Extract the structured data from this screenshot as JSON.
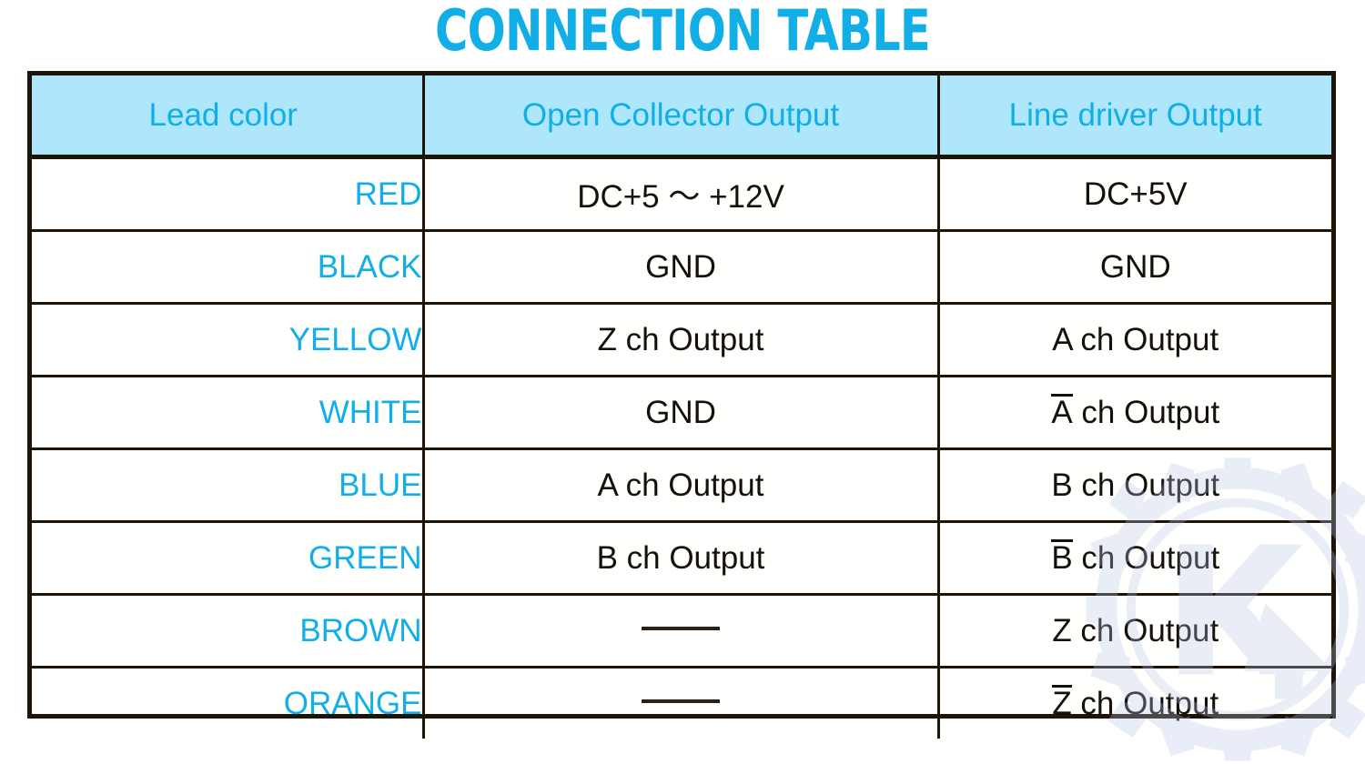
{
  "title": "CONNECTION TABLE",
  "colors": {
    "accent_cyan": "#12AEE8",
    "header_bg": "#AEE6FB",
    "border": "#1d1307",
    "body_text": "#15100a",
    "watermark": "#b9c6e8"
  },
  "table": {
    "headers": [
      "Lead color",
      "Open Collector Output",
      "Line driver Output"
    ],
    "rows": [
      {
        "lead": "RED",
        "open_collector": "DC+5 〜 +12V",
        "line_driver": "DC+5V",
        "open_collector_type": "text",
        "line_driver_type": "text"
      },
      {
        "lead": "BLACK",
        "open_collector": "GND",
        "line_driver": "GND",
        "open_collector_type": "text",
        "line_driver_type": "text"
      },
      {
        "lead": "YELLOW",
        "open_collector": "Z ch Output",
        "line_driver": "A ch Output",
        "open_collector_type": "text",
        "line_driver_type": "text"
      },
      {
        "lead": "WHITE",
        "open_collector": "GND",
        "line_driver": "A ch Output",
        "open_collector_type": "text",
        "line_driver_type": "overline",
        "line_driver_overline_char": "A",
        "line_driver_rest": " ch Output"
      },
      {
        "lead": "BLUE",
        "open_collector": "A ch Output",
        "line_driver": "B ch Output",
        "open_collector_type": "text",
        "line_driver_type": "text"
      },
      {
        "lead": "GREEN",
        "open_collector": "B ch Output",
        "line_driver": "B ch Output",
        "open_collector_type": "text",
        "line_driver_type": "overline",
        "line_driver_overline_char": "B",
        "line_driver_rest": " ch Output"
      },
      {
        "lead": "BROWN",
        "open_collector": "—",
        "line_driver": "Z ch Output",
        "open_collector_type": "dash",
        "line_driver_type": "text"
      },
      {
        "lead": "ORANGE",
        "open_collector": "—",
        "line_driver": "Z ch Output",
        "open_collector_type": "dash",
        "line_driver_type": "overline",
        "line_driver_overline_char": "Z",
        "line_driver_rest": " ch Output"
      }
    ]
  },
  "watermark": {
    "icon": "gear-arrow-logo-watermark"
  }
}
